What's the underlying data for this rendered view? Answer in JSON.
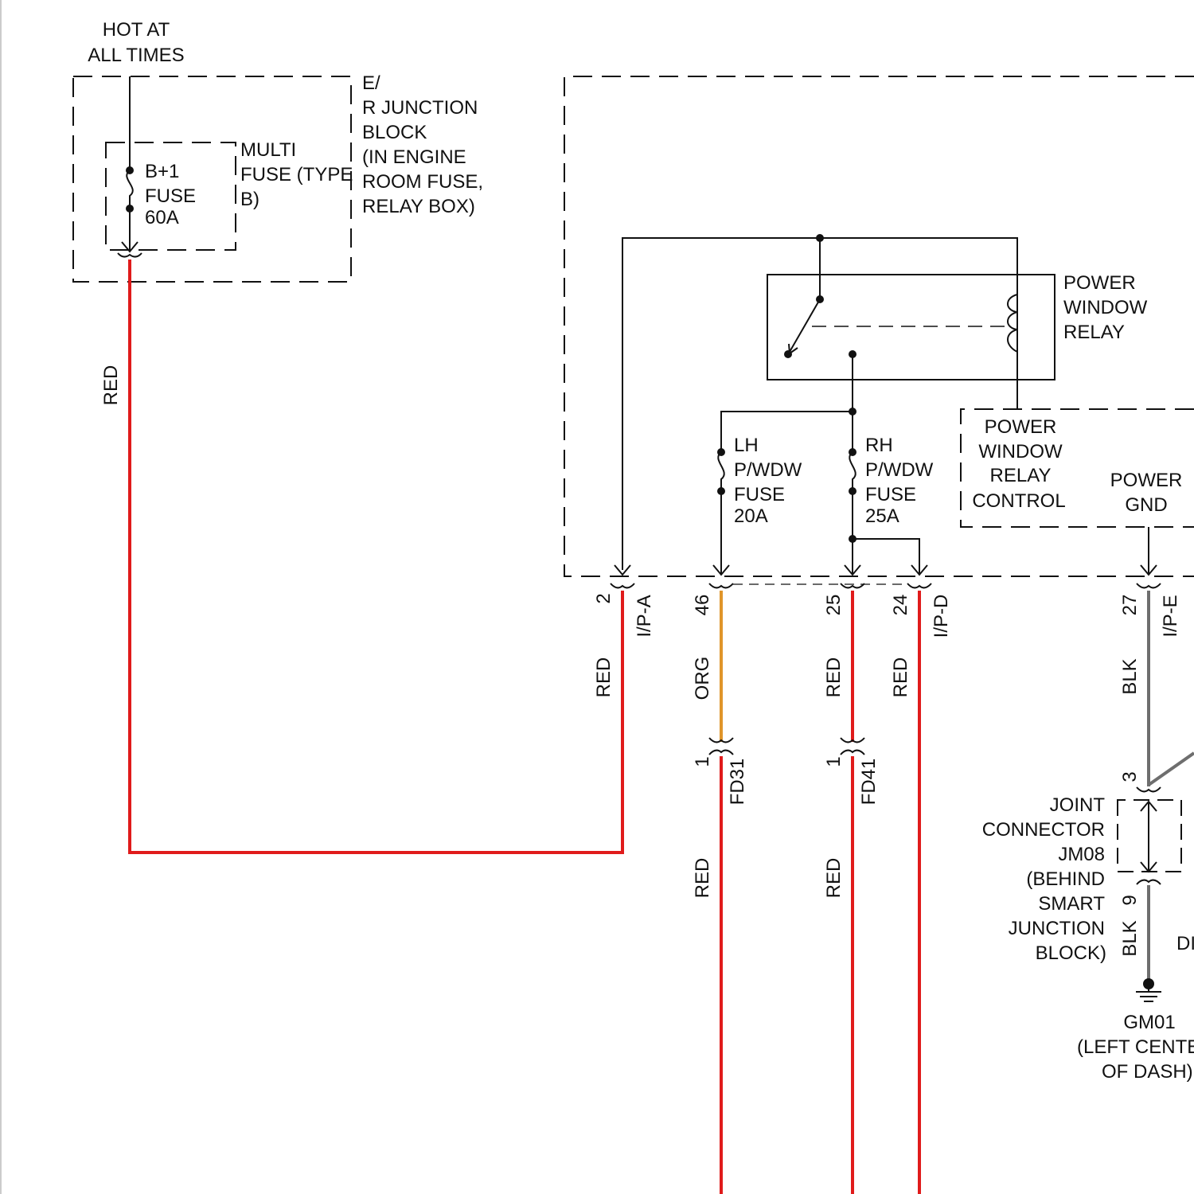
{
  "colors": {
    "red_wire": "#e01b1b",
    "org_wire": "#e0952a",
    "blk_wire": "#6e6e6e",
    "line": "#111111"
  },
  "top_left": {
    "hot_line1": "HOT AT",
    "hot_line2": "ALL TIMES",
    "er_block": [
      "E/",
      "R JUNCTION",
      "BLOCK",
      "(IN ENGINE",
      "ROOM FUSE,",
      "RELAY BOX)"
    ],
    "multi_fuse": [
      "MULTI",
      "FUSE (TYPE",
      "B)"
    ],
    "b1_fuse": [
      "B+1",
      "FUSE",
      "60A"
    ],
    "wire_color": "RED"
  },
  "relay": {
    "label": [
      "POWER",
      "WINDOW",
      "RELAY"
    ]
  },
  "relay_control": {
    "label": [
      "POWER",
      "WINDOW",
      "RELAY",
      "CONTROL"
    ],
    "gnd_label": [
      "POWER",
      "GND"
    ]
  },
  "fuses": {
    "lh": [
      "LH",
      "P/WDW",
      "FUSE",
      "20A"
    ],
    "rh": [
      "RH",
      "P/WDW",
      "FUSE",
      "25A"
    ]
  },
  "connectors": {
    "ipa": {
      "name": "I/P-A",
      "pin": "2",
      "wire": "RED"
    },
    "pin46": {
      "pin": "46",
      "wire": "ORG"
    },
    "pin25": {
      "pin": "25",
      "wire": "RED"
    },
    "ipd": {
      "name": "I/P-D",
      "pin": "24",
      "wire": "RED"
    },
    "ipe": {
      "name": "I/P-E",
      "pin": "27",
      "wire": "BLK"
    },
    "fd31": {
      "name": "FD31",
      "pin": "1",
      "wire": "RED"
    },
    "fd41": {
      "name": "FD41",
      "pin": "1",
      "wire": "RED"
    }
  },
  "joint": {
    "label": [
      "JOINT",
      "CONNECTOR",
      "JM08",
      "(BEHIND",
      "SMART",
      "JUNCTION",
      "BLOCK)"
    ],
    "pin_top": "3",
    "pin_bottom": "9",
    "wire_bottom": "BLK",
    "cut_text": "DI"
  },
  "ground": {
    "label": [
      "GM01",
      "(LEFT CENTE",
      "OF DASH)"
    ]
  }
}
